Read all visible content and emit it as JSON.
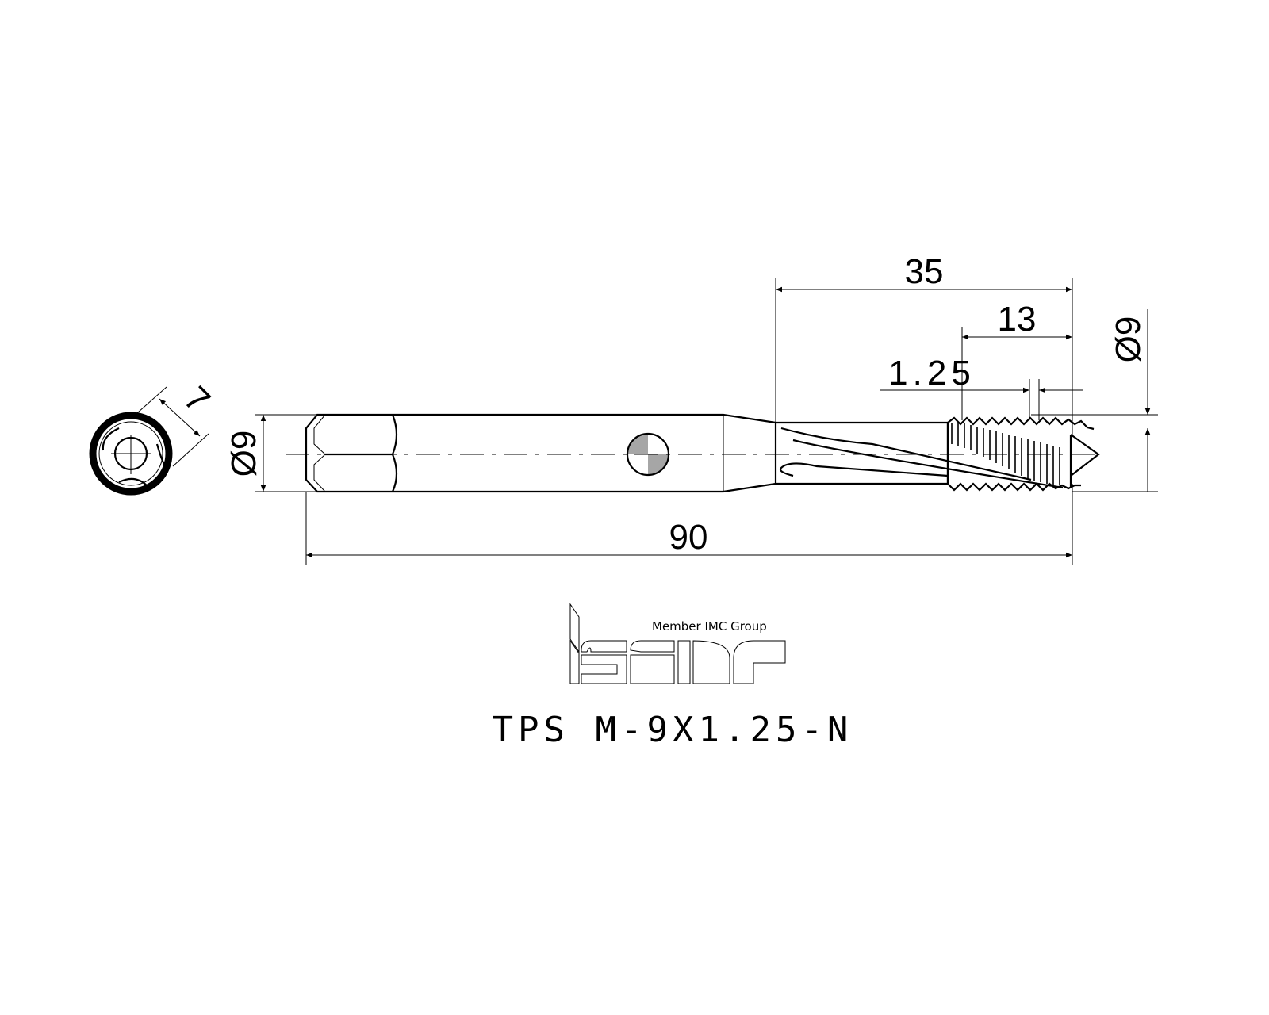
{
  "drawing": {
    "dimensions": {
      "end_width": "7",
      "shank_diameter": "Ø9",
      "thread_diameter": "Ø9",
      "overall_length": "90",
      "flute_length": "35",
      "thread_length": "13",
      "pitch": "1.25"
    },
    "logo": {
      "brand": "iscar",
      "tagline": "Member IMC Group"
    },
    "part_number": "TPS M-9X1.25-N"
  }
}
